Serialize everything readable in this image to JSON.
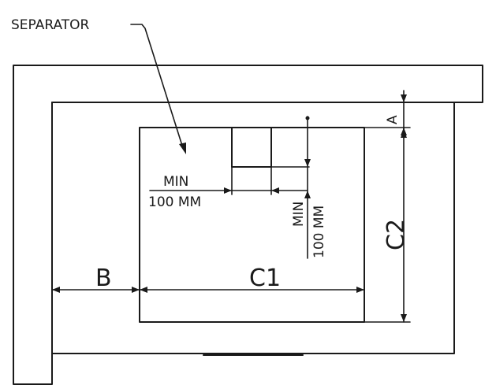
{
  "labels": {
    "separator": "SEPARATOR",
    "min_h": "MIN",
    "mm_h": "100 MM",
    "min_v": "MIN",
    "mm_v": "100 MM",
    "dim_a": "A",
    "dim_b": "B",
    "dim_c1": "C1",
    "dim_c2": "C2"
  }
}
